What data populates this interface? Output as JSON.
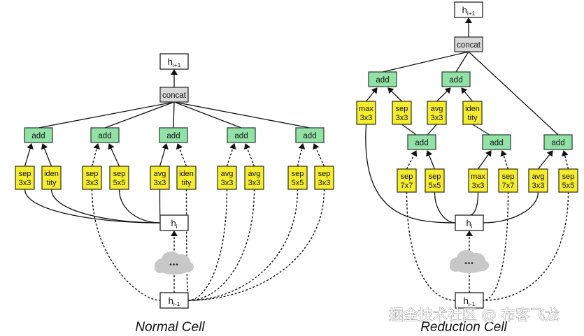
{
  "colors": {
    "op_fill": "#f5ec2e",
    "op_stroke": "#3a3a1a",
    "add_fill": "#92e2a8",
    "add_stroke": "#2f4a35",
    "concat_fill": "#d9d9d9",
    "state_fill": "#ffffff",
    "line": "#111111",
    "cloud": "#c8c8c8"
  },
  "labels": {
    "h_next": "h",
    "h_next_sub": "i+1",
    "h_cur": "h",
    "h_cur_sub": "i",
    "h_prev": "h",
    "h_prev_sub": "i-1",
    "concat": "concat",
    "add": "add",
    "cloud_dots": "•••"
  },
  "normal_cell": {
    "title": "Normal Cell",
    "blocks": [
      {
        "ops": [
          {
            "l1": "sep",
            "l2": "3x3",
            "input": "h_i"
          },
          {
            "l1": "iden",
            "l2": "tity",
            "input": "h_i"
          }
        ]
      },
      {
        "ops": [
          {
            "l1": "sep",
            "l2": "3x3",
            "input": "h_i-1"
          },
          {
            "l1": "sep",
            "l2": "5x5",
            "input": "h_i"
          }
        ]
      },
      {
        "ops": [
          {
            "l1": "avg",
            "l2": "3x3",
            "input": "h_i"
          },
          {
            "l1": "iden",
            "l2": "tity",
            "input": "h_i-1"
          }
        ]
      },
      {
        "ops": [
          {
            "l1": "avg",
            "l2": "3x3",
            "input": "h_i-1"
          },
          {
            "l1": "avg",
            "l2": "3x3",
            "input": "h_i-1"
          }
        ]
      },
      {
        "ops": [
          {
            "l1": "sep",
            "l2": "5x5",
            "input": "h_i-1"
          },
          {
            "l1": "sep",
            "l2": "3x3",
            "input": "h_i-1"
          }
        ]
      }
    ]
  },
  "reduction_cell": {
    "title": "Reduction Cell",
    "bottom_ops": [
      {
        "l1": "sep",
        "l2": "7x7",
        "input": "h_i-1"
      },
      {
        "l1": "sep",
        "l2": "5x5",
        "input": "h_i"
      },
      {
        "l1": "max",
        "l2": "3x3",
        "input": "h_i"
      },
      {
        "l1": "sep",
        "l2": "7x7",
        "input": "h_i-1"
      },
      {
        "l1": "avg",
        "l2": "3x3",
        "input": "h_i"
      },
      {
        "l1": "sep",
        "l2": "5x5",
        "input": "h_i-1"
      }
    ],
    "upper_ops": [
      {
        "l1": "max",
        "l2": "3x3",
        "input": "h_i"
      },
      {
        "l1": "sep",
        "l2": "3x3",
        "input": "add_1"
      },
      {
        "l1": "avg",
        "l2": "3x3",
        "input": "add_1"
      },
      {
        "l1": "iden",
        "l2": "tity",
        "input": "add_2"
      }
    ]
  },
  "watermark": "掘金技术社区 @ 布客飞龙"
}
